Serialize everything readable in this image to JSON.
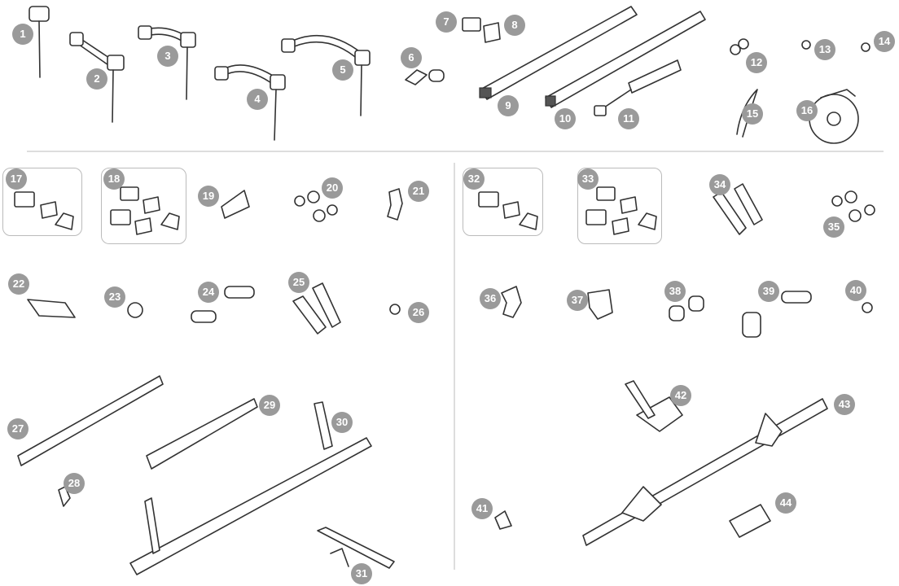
{
  "title": "Parts diagram",
  "parts": [
    "1",
    "2",
    "3",
    "4",
    "5",
    "6",
    "7",
    "8",
    "9",
    "10",
    "11",
    "12",
    "13",
    "14",
    "15",
    "16",
    "17",
    "18",
    "19",
    "20",
    "21",
    "22",
    "23",
    "24",
    "25",
    "26",
    "27",
    "28",
    "29",
    "30",
    "31",
    "32",
    "33",
    "34",
    "35",
    "36",
    "37",
    "38",
    "39",
    "40",
    "41",
    "42",
    "43",
    "44"
  ],
  "colors": {
    "badge": "#9a9a9a",
    "line": "#333333",
    "divider": "#bbbbbb"
  }
}
